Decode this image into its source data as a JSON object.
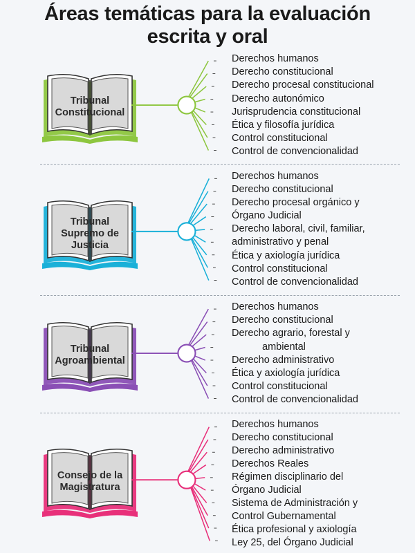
{
  "title_line1": "Áreas temáticas para la evaluación",
  "title_line2": "escrita y oral",
  "sections": [
    {
      "book_lines": [
        "Tribunal",
        "Constitucional"
      ],
      "color": "#8dc63f",
      "items": [
        "Derechos humanos",
        "Derecho constitucional",
        "Derecho procesal constitucional",
        "Derecho autonómico",
        "Jurisprudencia constitucional",
        "Ética y filosofía jurídica",
        "Control constitucional",
        "Control de convencionalidad"
      ]
    },
    {
      "book_lines": [
        "Tribunal",
        "Supremo de",
        "Justicia"
      ],
      "color": "#1ab0d8",
      "items": [
        "Derechos humanos",
        "Derecho constitucional",
        "Derecho procesal orgánico y",
        "Órgano Judicial",
        "Derecho laboral, civil, familiar,",
        "administrativo y penal",
        "Ética y axiología jurídica",
        "Control constitucional",
        "Control de convencionalidad"
      ]
    },
    {
      "book_lines": [
        "Tribunal",
        "Agroambiental"
      ],
      "color": "#8a4fb5",
      "items": [
        "Derechos humanos",
        "Derecho constitucional",
        "Derecho agrario, forestal y",
        "ambiental",
        "Derecho administrativo",
        "Ética y axiología jurídica",
        "Control constitucional",
        "Control de convencionalidad"
      ]
    },
    {
      "book_lines": [
        "Consejo de la",
        "Magistratura"
      ],
      "color": "#e8307a",
      "items": [
        "Derechos humanos",
        "Derecho constitucional",
        "Derecho administrativo",
        "Derechos Reales",
        "Régimen disciplinario del",
        "Órgano Judicial",
        "Sistema de Administración y",
        "Control Gubernamental",
        "Ética profesional y axiología",
        "Ley 25, del Órgano Judicial"
      ]
    }
  ]
}
